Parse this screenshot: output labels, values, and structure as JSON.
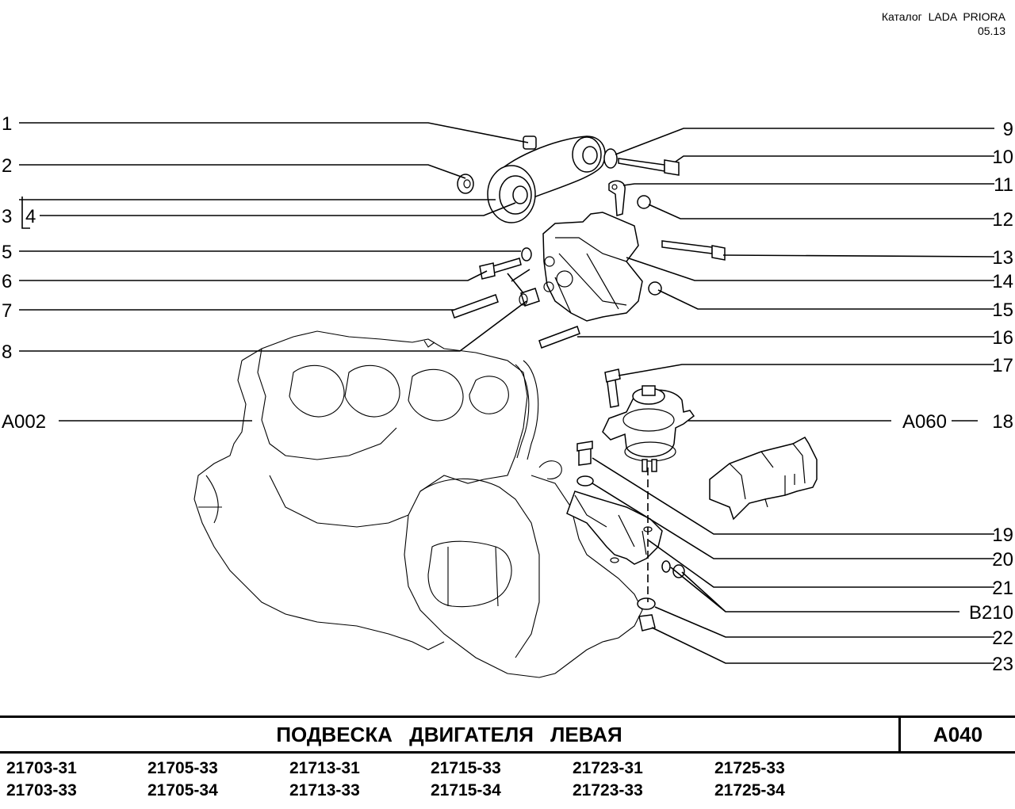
{
  "header": {
    "catalog": "Каталог  LADA  PRIORA",
    "date": "05.13"
  },
  "labels": {
    "l1": "1",
    "l2": "2",
    "l3": "3",
    "l4": "4",
    "l5": "5",
    "l6": "6",
    "l7": "7",
    "l8": "8",
    "l9": "9",
    "l10": "10",
    "l11": "11",
    "l12": "12",
    "l13": "13",
    "l14": "14",
    "l15": "15",
    "l16": "16",
    "l17": "17",
    "l18": "18",
    "l19": "19",
    "l20": "20",
    "l21": "21",
    "l22": "22",
    "l23": "23",
    "a002": "A002",
    "a060": "A060",
    "b210": "B210"
  },
  "footer": {
    "title": "ПОДВЕСКА  ДВИГАТЕЛЯ  ЛЕВАЯ",
    "code": "A040",
    "models": [
      [
        "21703-31",
        "21703-33"
      ],
      [
        "21705-33",
        "21705-34"
      ],
      [
        "21713-31",
        "21713-33"
      ],
      [
        "21715-33",
        "21715-34"
      ],
      [
        "21723-31",
        "21723-33"
      ],
      [
        "21725-33",
        "21725-34"
      ]
    ]
  }
}
